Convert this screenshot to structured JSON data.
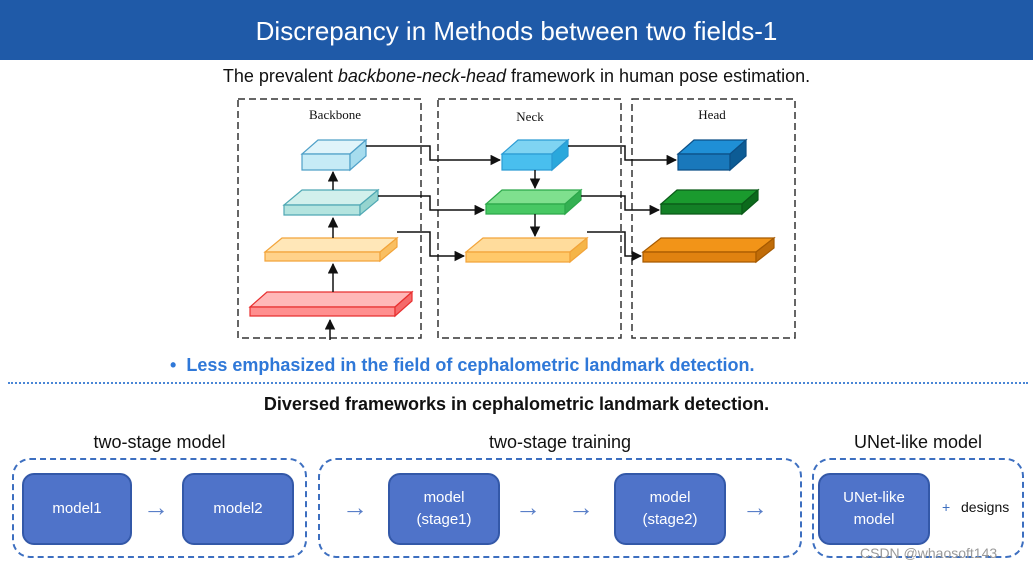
{
  "banner": {
    "title": "Discrepancy in Methods between two fields-1"
  },
  "subtitle": {
    "prefix": "The prevalent ",
    "italic": "backbone-neck-head",
    "suffix": " framework in human pose estimation."
  },
  "architecture": {
    "backbone_label": "Backbone",
    "neck_label": "Neck",
    "head_label": "Head"
  },
  "bullet": {
    "marker": "•",
    "text": "Less emphasized in the field of cephalometric landmark detection."
  },
  "heading2": "Diversed frameworks in cephalometric landmark detection.",
  "groups": {
    "two_stage_model": {
      "label": "two-stage model",
      "box1": "model1",
      "box2": "model2"
    },
    "two_stage_training": {
      "label": "two-stage training",
      "box1_line1": "model",
      "box1_line2": "(stage1)",
      "box2_line1": "model",
      "box2_line2": "(stage2)"
    },
    "unet": {
      "label": "UNet-like model",
      "box_line1": "UNet-like",
      "box_line2": "model",
      "plus": "+",
      "extra": "designs"
    }
  },
  "arrow_glyph": "→",
  "watermark": "CSDN @whaosoft143",
  "colors": {
    "banner": "#1f5aa8",
    "bullet": "#2f78d8",
    "box": "#4f73c9",
    "dash": "#3d6fc0"
  }
}
